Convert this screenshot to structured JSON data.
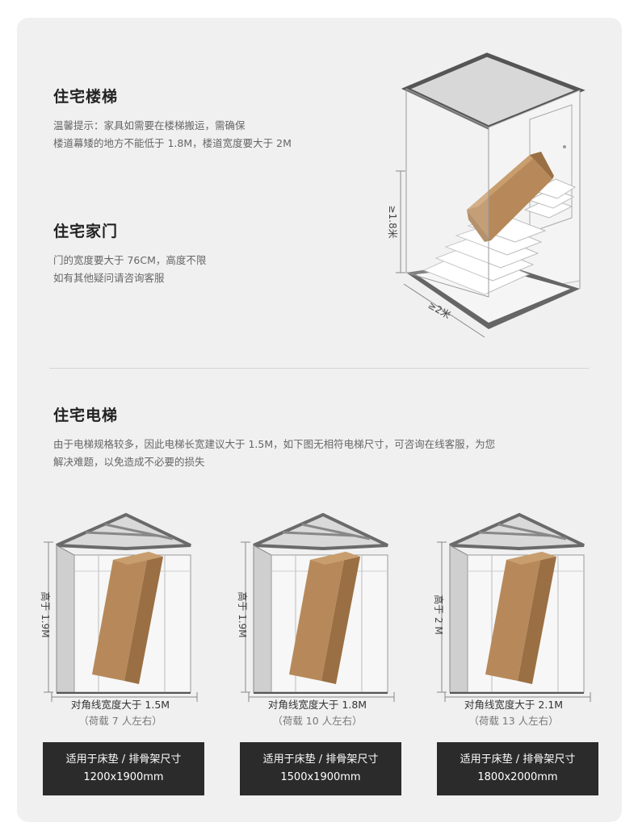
{
  "stairs": {
    "title": "住宅楼梯",
    "lines": [
      "温馨提示：家具如需要在楼梯搬运，需确保",
      "楼道幕矮的地方不能低于 1.8M，楼道宽度要大于 2M"
    ],
    "height_label": "≥1.8米",
    "width_label": "≥2米"
  },
  "door": {
    "title": "住宅家门",
    "lines": [
      "门的宽度要大于 76CM，高度不限",
      "如有其他疑问请咨询客服"
    ]
  },
  "elevator": {
    "title": "住宅电梯",
    "lines": [
      "由于电梯规格较多，因此电梯长宽建议大于 1.5M，如下图无相符电梯尺寸，可咨询在线客服，为您",
      "解决难题，以免造成不必要的损失"
    ],
    "items": [
      {
        "height": "高于 1.9M",
        "diag": "对角线宽度大于 1.5M",
        "load": "（荷载 7 人左右）",
        "fit": "适用于床垫 / 排骨架尺寸",
        "size": "1200x1900mm"
      },
      {
        "height": "高于 1.9M",
        "diag": "对角线宽度大于 1.8M",
        "load": "（荷载 10 人左右）",
        "fit": "适用于床垫 / 排骨架尺寸",
        "size": "1500x1900mm"
      },
      {
        "height": "高于 2 M",
        "diag": "对角线宽度大于 2.1M",
        "load": "（荷载 13 人左右）",
        "fit": "适用于床垫 / 排骨架尺寸",
        "size": "1800x2000mm"
      }
    ]
  }
}
